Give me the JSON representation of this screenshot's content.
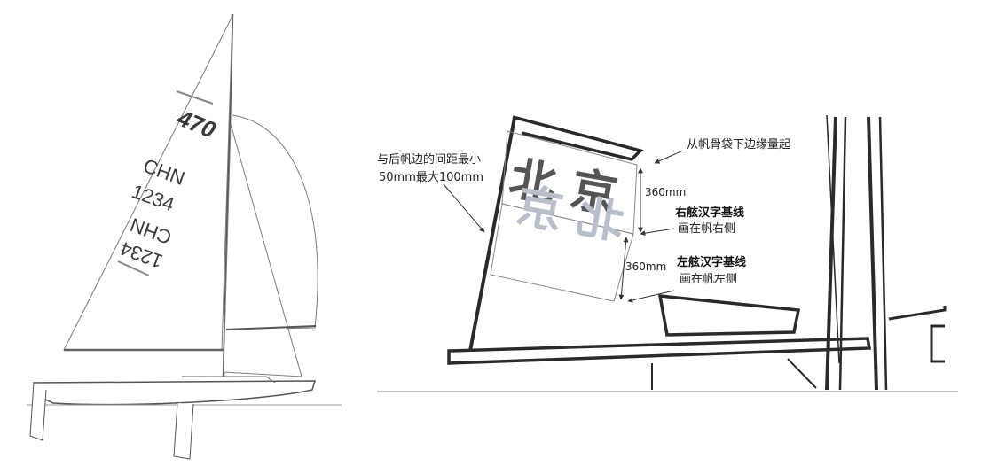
{
  "left_figure": {
    "class_logo": "470",
    "sail_country_top": "CHN",
    "sail_number_top": "1234",
    "sail_country_bottom": "CHN",
    "sail_number_bottom": "1234"
  },
  "right_figure": {
    "sail_chars_right": "北 京",
    "sail_chars_left_mirrored": "北 京",
    "label_measure_from_line1": "从帆骨袋下边缘量起",
    "label_distance_line1": "与后帆边的间距最小",
    "label_distance_line2": "50mm最大100mm",
    "dim_upper": "360mm",
    "dim_lower": "360mm",
    "label_starboard_title": "右舷汉字基线",
    "label_starboard_sub": "画在帆右侧",
    "label_port_title": "左舷汉字基线",
    "label_port_sub": "画在帆左侧"
  },
  "colors": {
    "ink": "#2a2a2a",
    "line_light": "#777777",
    "char_dark": "#555555",
    "char_light": "#b8bfca"
  }
}
